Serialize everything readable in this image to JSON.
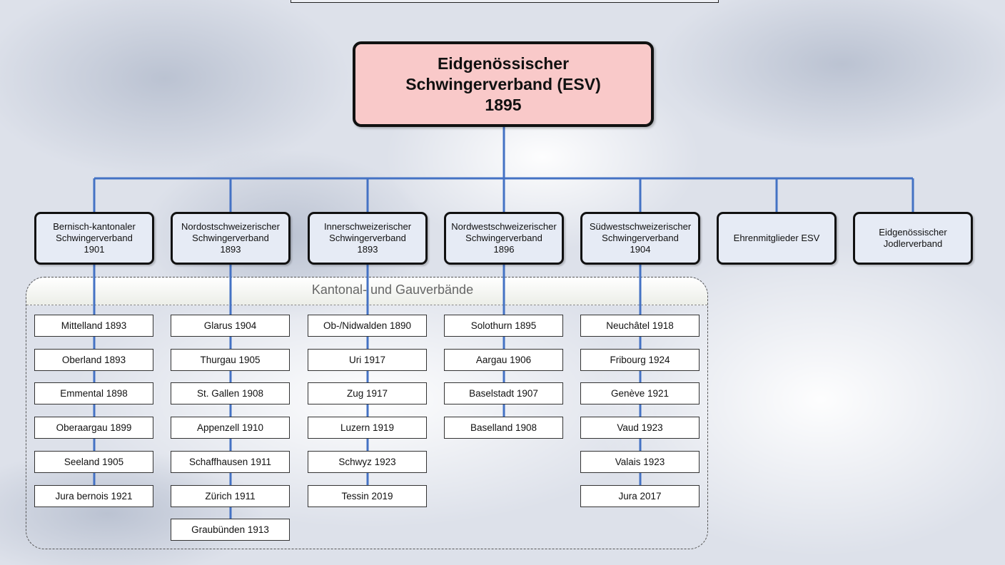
{
  "root": {
    "line1": "Eidgenössischer",
    "line2": "Schwingerverband (ESV)",
    "line3": "1895"
  },
  "associations": [
    {
      "line1": "Bernisch-kantonaler",
      "line2": "Schwingerverband",
      "line3": "1901"
    },
    {
      "line1": "Nordostschweizerischer",
      "line2": "Schwingerverband",
      "line3": "1893"
    },
    {
      "line1": "Innerschweizerischer",
      "line2": "Schwingerverband",
      "line3": "1893"
    },
    {
      "line1": "Nordwestschweizerischer",
      "line2": "Schwingerverband",
      "line3": "1896"
    },
    {
      "line1": "Südwestschweizerischer",
      "line2": "Schwingerverband",
      "line3": "1904"
    },
    {
      "line1": "Ehrenmitglieder ESV"
    },
    {
      "line1": "Eidgenössischer",
      "line2": "Jodlerverband"
    }
  ],
  "region_title": "Kantonal- und Gauverbände",
  "columns": [
    [
      "Mittelland 1893",
      "Oberland 1893",
      "Emmental 1898",
      "Oberaargau 1899",
      "Seeland 1905",
      "Jura bernois 1921"
    ],
    [
      "Glarus 1904",
      "Thurgau 1905",
      "St. Gallen 1908",
      "Appenzell 1910",
      "Schaffhausen 1911",
      "Zürich 1911",
      "Graubünden 1913"
    ],
    [
      "Ob-/Nidwalden 1890",
      "Uri 1917",
      "Zug 1917",
      "Luzern 1919",
      "Schwyz 1923",
      "Tessin 2019"
    ],
    [
      "Solothurn 1895",
      "Aargau 1906",
      "Baselstadt 1907",
      "Baselland 1908"
    ],
    [
      "Neuchâtel 1918",
      "Fribourg 1924",
      "Genève 1921",
      "Vaud 1923",
      "Valais 1923",
      "Jura  2017"
    ]
  ],
  "colors": {
    "root_fill": "#f9c9c9",
    "assoc_fill": "#e6ebf5",
    "connector": "#4472c4"
  }
}
